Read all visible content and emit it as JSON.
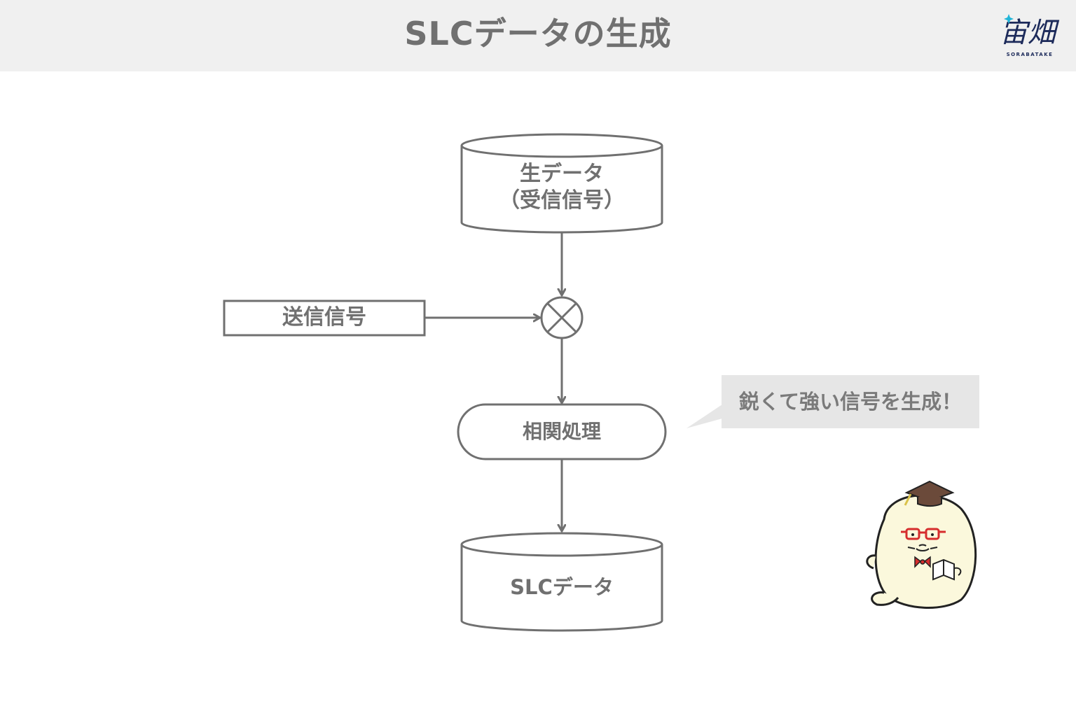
{
  "header": {
    "title": "SLCデータの生成",
    "logo_text": "宙畑",
    "logo_subtext": "SORABATAKE"
  },
  "diagram": {
    "raw_data_line1": "生データ",
    "raw_data_line2": "（受信信号）",
    "transmit_signal": "送信信号",
    "correlation": "相関処理",
    "slc_data": "SLCデータ",
    "callout": "鋭くて強い信号を生成！"
  },
  "colors": {
    "stroke": "#707070",
    "header_bg": "#f0f0f0",
    "callout_bg": "#e6e6e6",
    "logo_navy": "#1c2a5a",
    "logo_cyan": "#1fb5d8"
  }
}
